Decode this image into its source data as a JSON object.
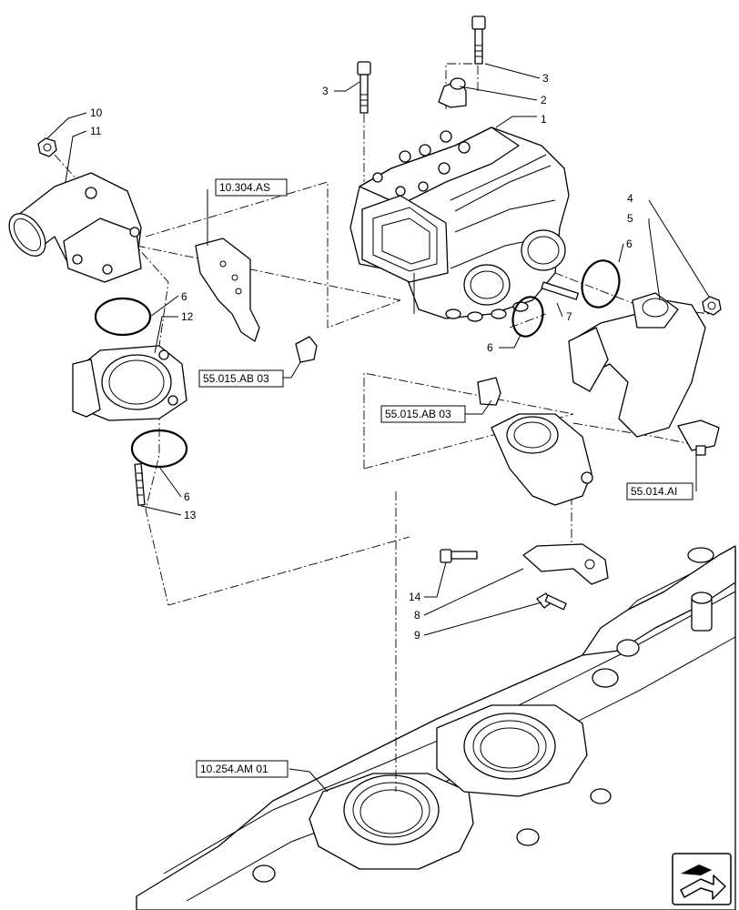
{
  "callouts": [
    {
      "id": "c1",
      "text": "1"
    },
    {
      "id": "c2",
      "text": "2"
    },
    {
      "id": "c3a",
      "text": "3"
    },
    {
      "id": "c3b",
      "text": "3"
    },
    {
      "id": "c4",
      "text": "4"
    },
    {
      "id": "c5",
      "text": "5"
    },
    {
      "id": "c6a",
      "text": "6"
    },
    {
      "id": "c6b",
      "text": "6"
    },
    {
      "id": "c6c",
      "text": "6"
    },
    {
      "id": "c6d",
      "text": "6"
    },
    {
      "id": "c7",
      "text": "7"
    },
    {
      "id": "c8",
      "text": "8"
    },
    {
      "id": "c9",
      "text": "9"
    },
    {
      "id": "c10",
      "text": "10"
    },
    {
      "id": "c11",
      "text": "11"
    },
    {
      "id": "c12",
      "text": "12"
    },
    {
      "id": "c13",
      "text": "13"
    },
    {
      "id": "c14",
      "text": "14"
    }
  ],
  "references": [
    {
      "id": "r1",
      "text": "10.304.AS"
    },
    {
      "id": "r2",
      "text": "55.015.AB 03"
    },
    {
      "id": "r3",
      "text": "55.015.AB 03"
    },
    {
      "id": "r4",
      "text": "55.014.AI"
    },
    {
      "id": "r5",
      "text": "10.254.AM 01"
    }
  ],
  "nav_icon": "next-page-arrow-icon"
}
